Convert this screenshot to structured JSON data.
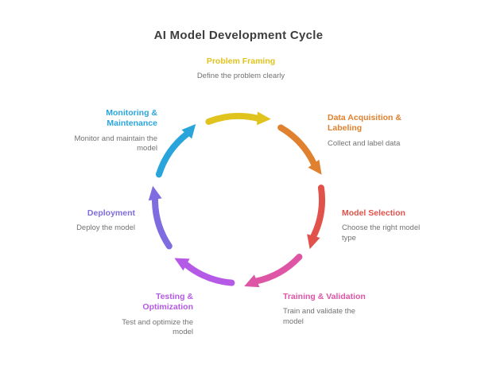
{
  "header": {
    "title": "AI Model Development Cycle"
  },
  "diagram": {
    "type": "cycle",
    "direction": "clockwise",
    "stages": [
      {
        "label": "Problem Framing",
        "description": "Define the problem clearly",
        "color": "#E0C31D"
      },
      {
        "label": "Data Acquisition & Labeling",
        "description": "Collect and label data",
        "color": "#E0812F"
      },
      {
        "label": "Model Selection",
        "description": "Choose the right model type",
        "color": "#E0524A"
      },
      {
        "label": "Training & Validation",
        "description": "Train and validate the model",
        "color": "#DE55A5"
      },
      {
        "label": "Testing & Optimization",
        "description": "Test and optimize the model",
        "color": "#B55AE6"
      },
      {
        "label": "Deployment",
        "description": "Deploy the model",
        "color": "#7E6CE0"
      },
      {
        "label": "Monitoring & Maintenance",
        "description": "Monitor and maintain the model",
        "color": "#29A5DC"
      }
    ]
  }
}
